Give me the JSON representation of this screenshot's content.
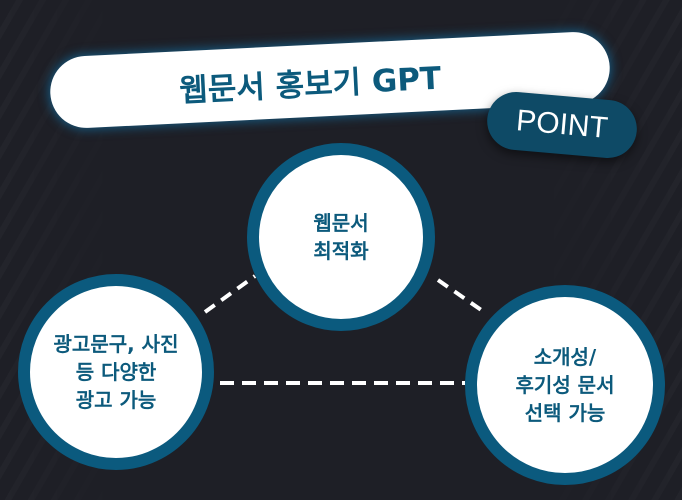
{
  "title": "웹문서 홍보기 GPT",
  "badge": "POINT",
  "nodes": {
    "top": "웹문서\n최적화",
    "left": "광고문구, 사진\n등 다양한\n광고 가능",
    "right": "소개성/\n후기성 문서\n선택 가능"
  },
  "colors": {
    "accent": "#0b5a7e",
    "background": "#1e1f26",
    "badge": "#0e4a66"
  }
}
